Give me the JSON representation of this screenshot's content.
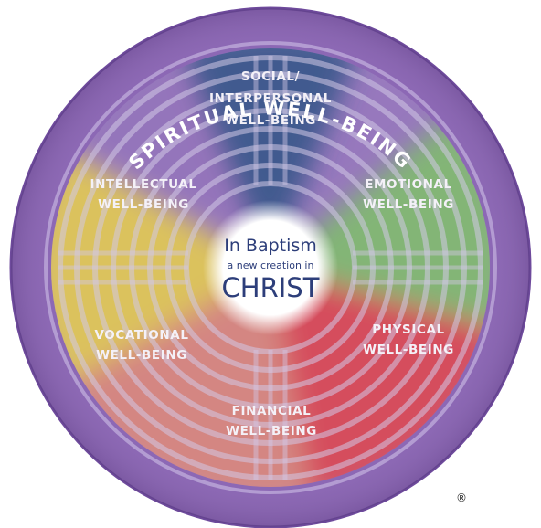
{
  "outer_ring": {
    "title": "SPIRITUAL WELL-BEING"
  },
  "center": {
    "line1": "In Baptism",
    "line2": "a new creation in",
    "line3": "CHRIST"
  },
  "segments": [
    {
      "id": "social",
      "lines": [
        "SOCIAL/",
        "INTERPERSONAL",
        "WELL-BEING"
      ],
      "color": "#3d5a8c"
    },
    {
      "id": "emotional",
      "lines": [
        "EMOTIONAL",
        "WELL-BEING"
      ],
      "color": "#7fc06a"
    },
    {
      "id": "physical",
      "lines": [
        "PHYSICAL",
        "WELL-BEING"
      ],
      "color": "#e0474c"
    },
    {
      "id": "financial",
      "lines": [
        "FINANCIAL",
        "WELL-BEING"
      ],
      "color": "#ee8c6a"
    },
    {
      "id": "vocational",
      "lines": [
        "VOCATIONAL",
        "WELL-BEING"
      ],
      "color": "#e8cf4c"
    },
    {
      "id": "intellectual",
      "lines": [
        "INTELLECTUAL",
        "WELL-BEING"
      ],
      "color": "#8d6bb5"
    }
  ],
  "colors": {
    "ring": "#8a64b4",
    "ring_edge": "#6e4a9c",
    "labyrinth": "#a384c8"
  },
  "registered_mark": "®"
}
